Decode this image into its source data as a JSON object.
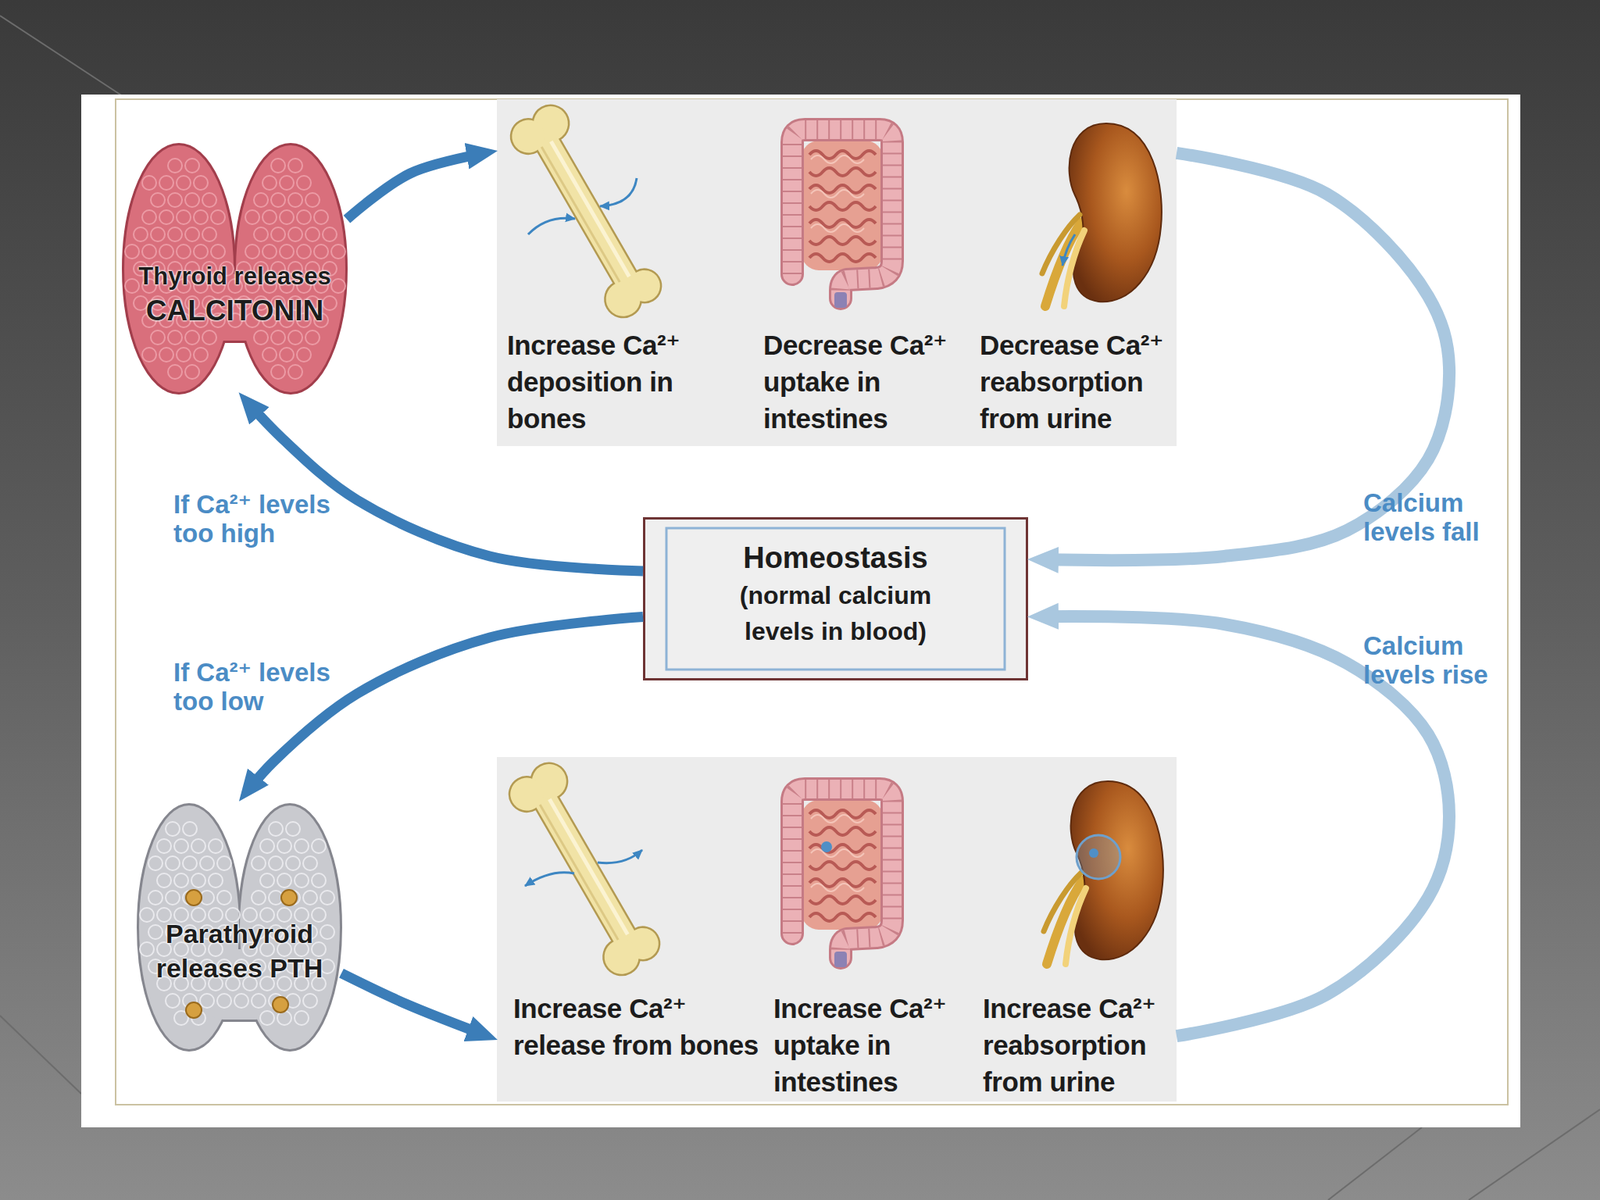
{
  "diagram": {
    "nodes": [
      {
        "text": [
          "Thyroid releases",
          "CALCITONIN"
        ]
      },
      {
        "text": [
          "Increase Ca²⁺ deposition in bones",
          "Decrease Ca²⁺ uptake in intestines",
          "Decrease Ca²⁺ reabsorption from urine"
        ]
      },
      {
        "text": [
          "Homeostasis",
          "(normal calcium levels in blood)"
        ]
      },
      {
        "text": [
          "Parathyroid releases PTH"
        ]
      },
      {
        "text": [
          "Increase Ca²⁺ release from bones",
          "Increase Ca²⁺ uptake in intestines",
          "Increase Ca²⁺ reabsorption from urine"
        ]
      }
    ],
    "edges": [
      {
        "from": 0,
        "to": 1,
        "arrow": "to"
      },
      {
        "from": 1,
        "to": 2,
        "label": "Calcium levels fall",
        "arrow": "to"
      },
      {
        "from": 2,
        "to": 0,
        "label": "If Ca²⁺ levels too high",
        "arrow": "to"
      },
      {
        "from": 2,
        "to": 3,
        "label": "If Ca²⁺ levels too low",
        "arrow": "to"
      },
      {
        "from": 3,
        "to": 4,
        "arrow": "to"
      },
      {
        "from": 4,
        "to": 2,
        "label": "Calcium levels rise",
        "arrow": "to"
      }
    ]
  }
}
